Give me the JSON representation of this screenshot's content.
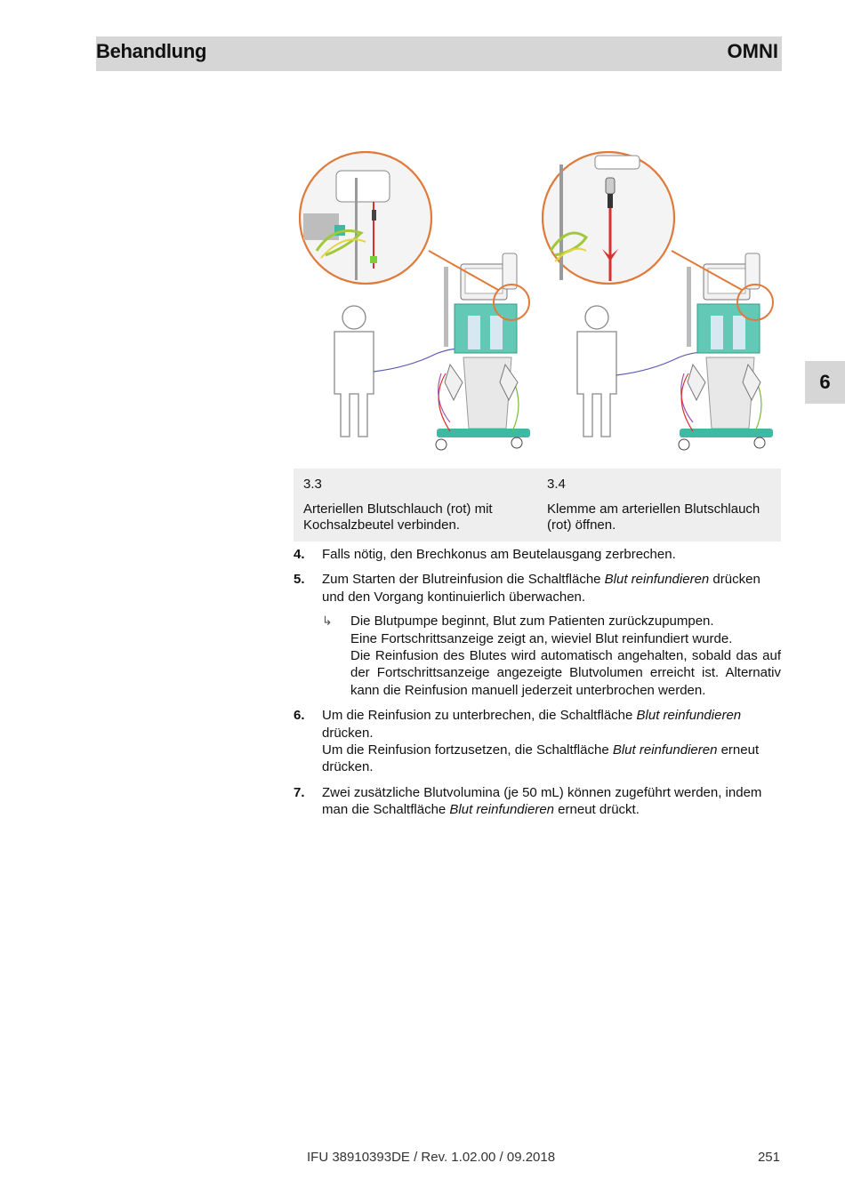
{
  "header": {
    "title": "Behandlung",
    "brand": "OMNI"
  },
  "chapter_tab": "6",
  "captions": [
    {
      "number": "3.3",
      "text": "Arteriellen Blutschlauch (rot) mit Kochsalzbeutel verbinden."
    },
    {
      "number": "3.4",
      "text": "Klemme am arteriellen Blutschlauch (rot) öffnen."
    }
  ],
  "steps": [
    {
      "num": "4.",
      "text": "Falls nötig, den Brechkonus am Beutelausgang zerbrechen."
    },
    {
      "num": "5.",
      "pre": "Zum Starten der Blutreinfusion die Schaltfläche ",
      "em": "Blut reinfundieren",
      "post": " drücken und den Vorgang kontinuierlich überwachen.",
      "result_lines": [
        "Die Blutpumpe beginnt, Blut zum Patienten zurückzupumpen.",
        "Eine Fortschrittsanzeige zeigt an, wieviel Blut reinfundiert wurde.",
        "Die Reinfusion des Blutes wird automatisch angehalten, sobald das auf der Fortschrittsanzeige angezeigte Blutvolumen erreicht ist. Alternativ kann die Reinfusion manuell jederzeit unterbrochen werden."
      ]
    },
    {
      "num": "6.",
      "a_pre": "Um die Reinfusion zu unterbrechen, die Schaltfläche ",
      "a_em": "Blut reinfundieren",
      "a_post": " drücken.",
      "b_pre": "Um die Reinfusion fortzusetzen, die Schaltfläche ",
      "b_em": "Blut reinfundieren",
      "b_post": " erneut drücken."
    },
    {
      "num": "7.",
      "pre": "Zwei zusätzliche Blutvolumina (je 50 mL) können zugeführt werden, indem man die Schaltfläche ",
      "em": "Blut reinfundieren",
      "post": " erneut drückt."
    }
  ],
  "footer": {
    "doc": "IFU 38910393DE / Rev. 1.02.00 / 09.2018",
    "page": "251"
  },
  "colors": {
    "header_bg": "#d6d6d6",
    "callout": "#e07a3a",
    "device_teal": "#3fb8a4",
    "arterial_red": "#d93030"
  },
  "icons": [
    "result-arrow-icon"
  ]
}
